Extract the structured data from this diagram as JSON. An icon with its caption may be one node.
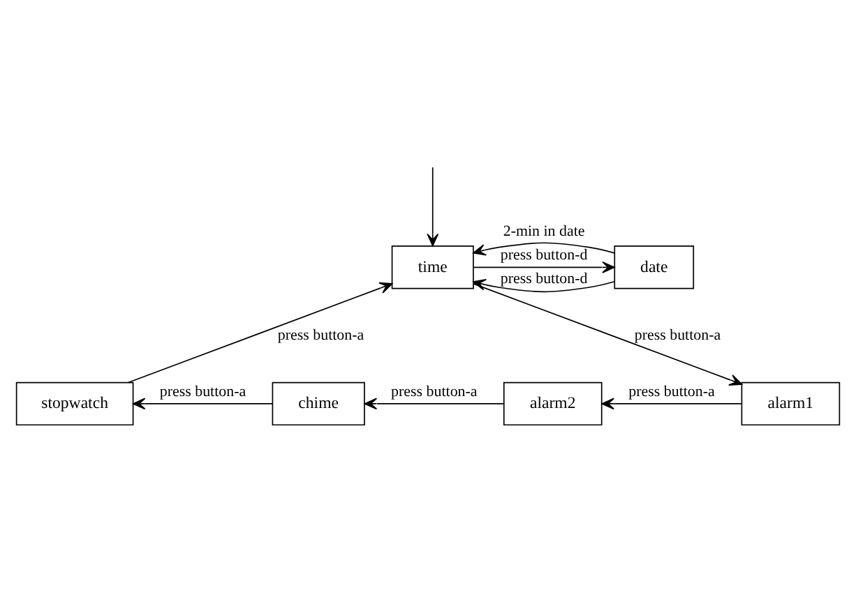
{
  "diagram": {
    "nodes": [
      {
        "text": [
          "time"
        ]
      },
      {
        "text": [
          "date"
        ]
      },
      {
        "text": [
          "alarm1"
        ]
      },
      {
        "text": [
          "alarm2"
        ]
      },
      {
        "text": [
          "chime"
        ]
      },
      {
        "text": [
          "stopwatch"
        ]
      }
    ],
    "edges": [
      {
        "from": null,
        "to": 0,
        "arrow": "to"
      },
      {
        "from": 0,
        "to": 1,
        "arrow": "to",
        "label": "press button-d"
      },
      {
        "from": 1,
        "to": 0,
        "arrow": "to",
        "label": "press button-d"
      },
      {
        "from": 1,
        "to": 0,
        "arrow": "to",
        "label": "2-min in date"
      },
      {
        "from": 0,
        "to": 2,
        "arrow": "to",
        "label": "press button-a"
      },
      {
        "from": 2,
        "to": 3,
        "arrow": "to",
        "label": "press button-a"
      },
      {
        "from": 3,
        "to": 4,
        "arrow": "to",
        "label": "press button-a"
      },
      {
        "from": 4,
        "to": 5,
        "arrow": "to",
        "label": "press button-a"
      },
      {
        "from": 5,
        "to": 0,
        "arrow": "to",
        "label": "press button-a"
      }
    ]
  }
}
